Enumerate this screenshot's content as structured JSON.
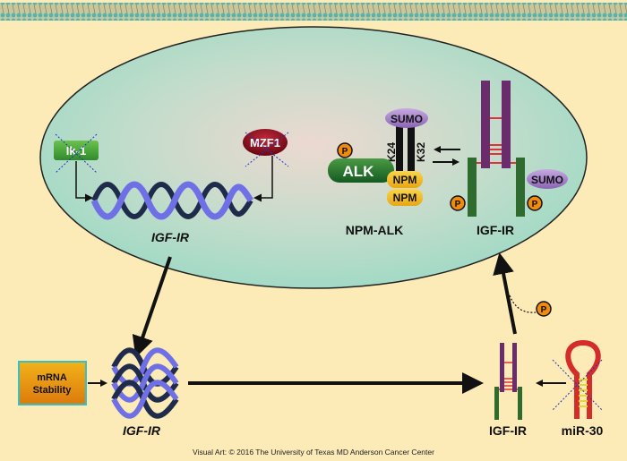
{
  "colors": {
    "background": "#fdebb7",
    "nucleus": "#a8dcc6",
    "membrane": "#5fb8b4",
    "alk_green": "#1f6b2a",
    "npm_yellow": "#f2b61c",
    "sumo_purple": "#9b7ac0",
    "phospho_orange": "#f08a10",
    "receptor_purple": "#6b2c6e",
    "receptor_green": "#2f6b2e",
    "mzf1_red": "#8f1020",
    "ik1_green": "#4aa83a",
    "dna_blue": "#6b6be0"
  },
  "nucleus": {
    "ik1": "Ik-1",
    "mzf1": "MZF1",
    "gene_label": "IGF-IR",
    "alk": "ALK",
    "sumo_top": "SUMO",
    "k24": "K24",
    "k32": "K32",
    "npm1": "NPM",
    "npm2": "NPM",
    "alk_p": "P",
    "npm_alk_label": "NPM-ALK",
    "receptor_label": "IGF-IR",
    "receptor_sumo": "SUMO",
    "receptor_p_left": "P",
    "receptor_p_right": "P"
  },
  "cytoplasm": {
    "mrna_stability": [
      "mRNA",
      "Stability"
    ],
    "mrna_label": "IGF-IR",
    "receptor_label": "IGF-IR",
    "mir_label": "miR-30",
    "free_p": "P"
  },
  "credit": "Visual Art: © 2016 The University of Texas MD Anderson Cancer Center"
}
